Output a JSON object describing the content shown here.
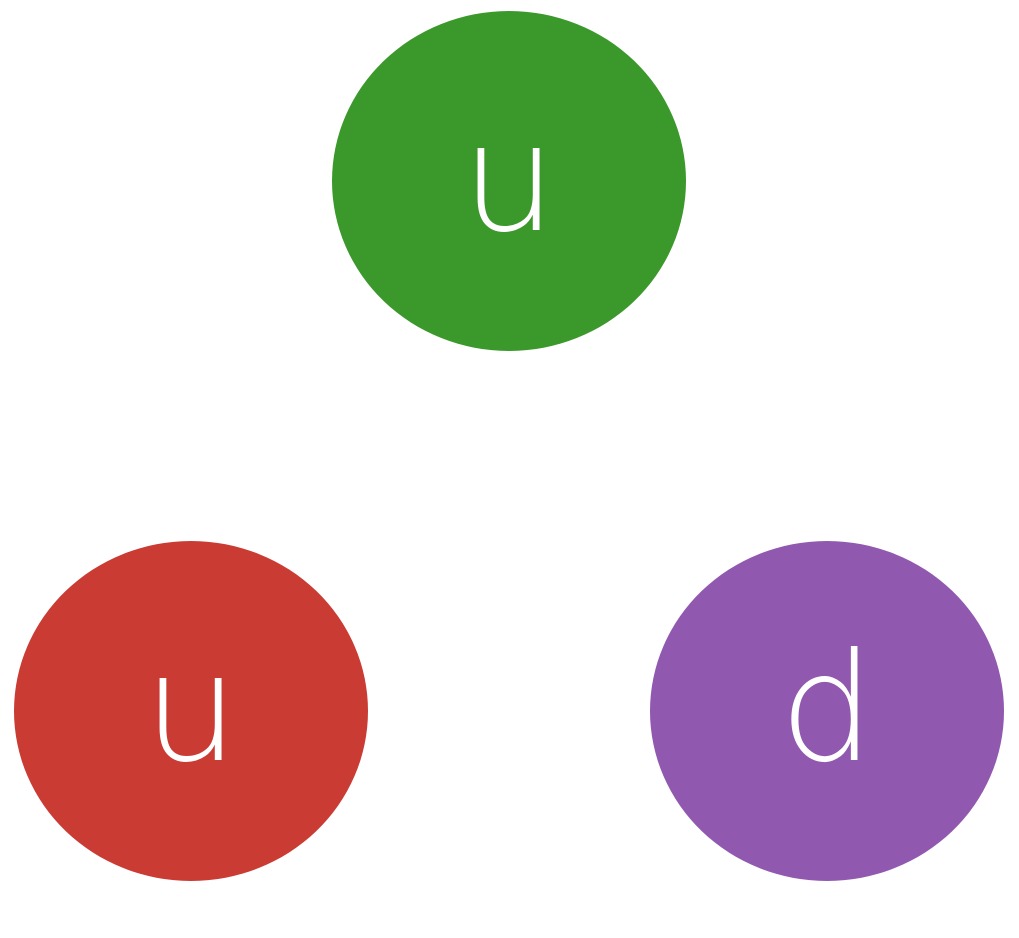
{
  "nodes": [
    {
      "id": "top",
      "label": "u",
      "color": "#3b982b"
    },
    {
      "id": "left",
      "label": "u",
      "color": "#c93b33"
    },
    {
      "id": "right",
      "label": "d",
      "color": "#9158b0"
    }
  ]
}
